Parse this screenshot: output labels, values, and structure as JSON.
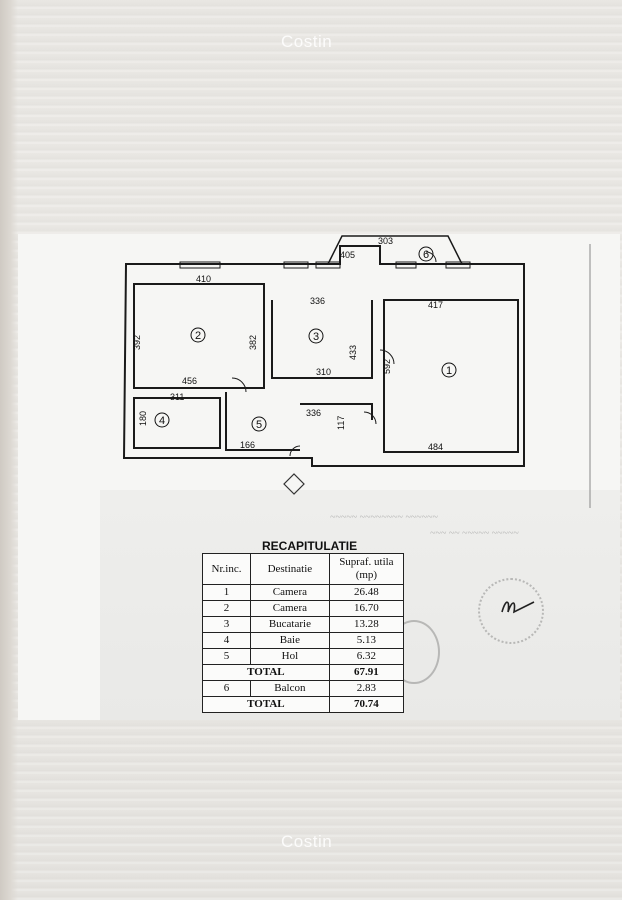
{
  "watermark": "Costin",
  "plan": {
    "rooms": [
      "1",
      "2",
      "3",
      "4",
      "5",
      "6"
    ],
    "dimensions": {
      "r2_top": "410",
      "r2_left": "392",
      "r2_right": "382",
      "r2_bottom": "456",
      "r3_top": "336",
      "r3_bottom": "310",
      "r3_right": "433",
      "r1_top": "417",
      "r1_left": "592",
      "r1_bottom": "484",
      "r4_top": "311",
      "r4_left": "180",
      "r5_top": "336",
      "r5_bottom": "166",
      "r5_side": "117",
      "balcony_top": "303",
      "balcony_mid": "405"
    }
  },
  "recap": {
    "title": "RECAPITULATIE",
    "headers": [
      "Nr.inc.",
      "Destinatie",
      "Supraf. utila (mp)"
    ],
    "rows": [
      {
        "nr": "1",
        "dest": "Camera",
        "area": "26.48"
      },
      {
        "nr": "2",
        "dest": "Camera",
        "area": "16.70"
      },
      {
        "nr": "3",
        "dest": "Bucatarie",
        "area": "13.28"
      },
      {
        "nr": "4",
        "dest": "Baie",
        "area": "5.13"
      },
      {
        "nr": "5",
        "dest": "Hol",
        "area": "6.32"
      }
    ],
    "subtotal_label": "TOTAL",
    "subtotal_value": "67.91",
    "balcony": {
      "nr": "6",
      "dest": "Balcon",
      "area": "2.83"
    },
    "total_label": "TOTAL",
    "total_value": "70.74"
  }
}
